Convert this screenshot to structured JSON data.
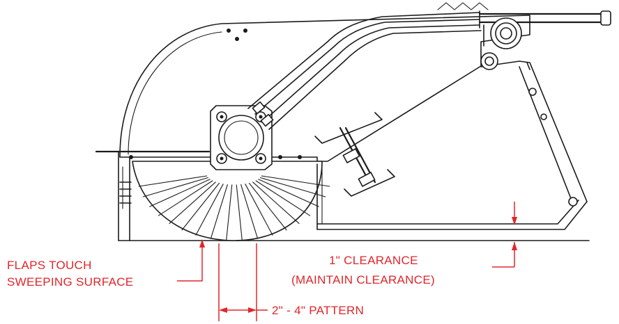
{
  "annotations": {
    "flaps_line1": "FLAPS TOUCH",
    "flaps_line2": "SWEEPING SURFACE",
    "clearance_line1": "1\" CLEARANCE",
    "clearance_line2": "(MAINTAIN CLEARANCE)",
    "pattern": "2\" - 4\" PATTERN"
  },
  "colors": {
    "annotation": "#e0262b",
    "linework": "#1a1a1a",
    "background": "#ffffff"
  }
}
